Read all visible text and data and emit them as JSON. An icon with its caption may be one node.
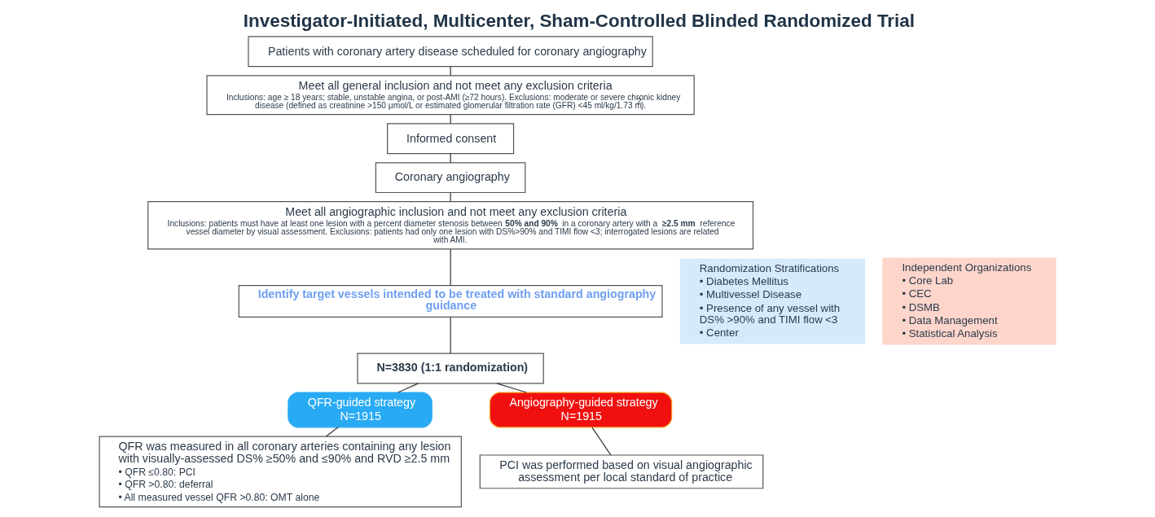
{
  "diagram": {
    "title": "Investigator-Initiated, Multicenter, Sham-Controlled Blinded Randomized Trial",
    "nodes": [
      {
        "text": [
          "Patients with coronary artery disease scheduled for coronary angiography"
        ]
      },
      {
        "text": [
          "Meet all general inclusion and not meet any exclusion criteria",
          "Inclusions: age ≥ 18 years; stable, unstable angina, or post-AMI (≥72 hours). Exclusions: moderate or severe chronic kidney disease (defined as creatinine >150 μmol/L or estimated glomerular filtration rate (GFR) <45 ml/kg/1.73 m$^{2}$)."
        ]
      },
      {
        "text": [
          "Informed consent"
        ]
      },
      {
        "text": [
          "Coronary angiography"
        ]
      },
      {
        "text": [
          "Meet all angiographic inclusion and not meet any exclusion criteria",
          "Inclusions: patients must have at least one lesion with a percent diameter stenosis between **50% and 90%** in a coronary artery with a **≥2.5 mm** reference vessel diameter by visual assessment. Exclusions: patients had only one lesion with DS%>90% and TIMI flow <3; interrogated lesions are related with AMI."
        ]
      },
      {
        "text": [
          "Identify target vessels intended to be treated with standard angiography guidance"
        ]
      },
      {
        "text": [
          "N=3830 (1:1 randomization)"
        ]
      },
      {
        "text": [
          "QFR-guided strategy",
          "N=1915"
        ]
      },
      {
        "text": [
          "Angiography-guided strategy",
          "N=1915"
        ]
      },
      {
        "text": [
          "QFR was measured in all coronary arteries containing any lesion with visually-assessed DS% ≥50% and ≤90% and RVD ≥2.5 mm",
          "• QFR ≤0.80: PCI",
          "• QFR >0.80: deferral",
          "• All measured vessel QFR >0.80: OMT alone"
        ]
      },
      {
        "text": [
          "PCI was performed based on visual angiographic assessment per local standard of practice"
        ]
      },
      {
        "text": [
          "Randomization Stratifications",
          "• Diabetes Mellitus",
          "• Multivessel Disease",
          "• Presence of any vessel with DS% >90% and TIMI flow <3",
          "• Center"
        ]
      },
      {
        "text": [
          "Independent Organizations",
          "• Core Lab",
          "• CEC",
          "• DSMB",
          "• Data Management",
          "• Statistical Analysis"
        ]
      }
    ],
    "edges": [
      {
        "from": 0,
        "to": 1,
        "arrow": "none"
      },
      {
        "from": 1,
        "to": 2,
        "arrow": "none"
      },
      {
        "from": 2,
        "to": 3,
        "arrow": "none"
      },
      {
        "from": 3,
        "to": 4,
        "arrow": "none"
      },
      {
        "from": 4,
        "to": 5,
        "arrow": "none"
      },
      {
        "from": 5,
        "to": 6,
        "arrow": "none"
      },
      {
        "from": 6,
        "to": 7,
        "arrow": "none"
      },
      {
        "from": 6,
        "to": 8,
        "arrow": "none"
      },
      {
        "from": 7,
        "to": 9,
        "arrow": "none"
      },
      {
        "from": 8,
        "to": 10,
        "arrow": "none"
      }
    ]
  }
}
